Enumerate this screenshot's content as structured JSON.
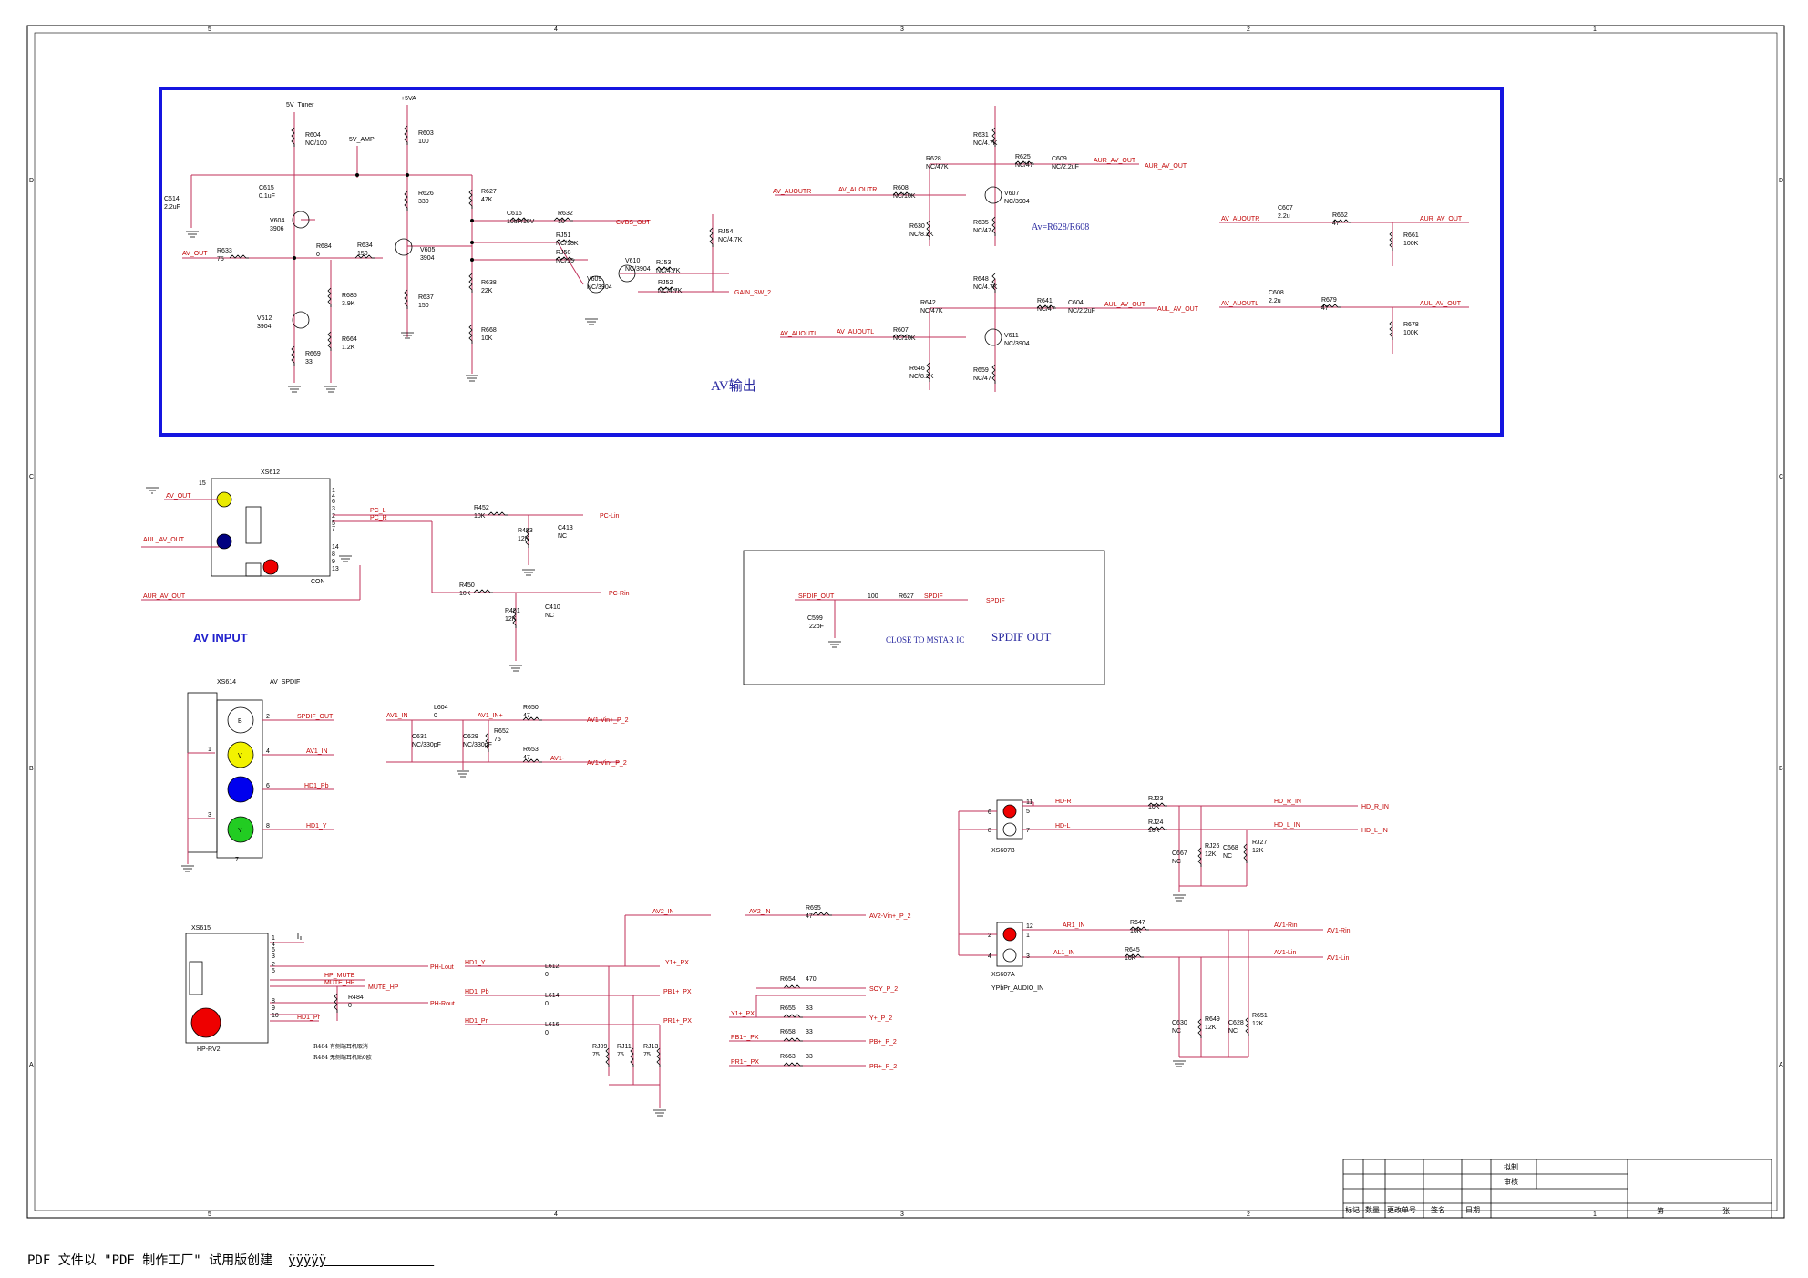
{
  "av_output": {
    "title": "AV输出",
    "gain_formula": "Av=R628/R608",
    "power": [
      "5V_Tuner",
      "+5VA",
      "5V_AMP"
    ],
    "parts": [
      {
        "ref": "R604",
        "value": "NC/100"
      },
      {
        "ref": "R603",
        "value": "100"
      },
      {
        "ref": "C615",
        "value": "0.1uF"
      },
      {
        "ref": "C614",
        "value": "2.2uF"
      },
      {
        "ref": "R626",
        "value": "330"
      },
      {
        "ref": "R627",
        "value": "47K"
      },
      {
        "ref": "V604",
        "value": "3906"
      },
      {
        "ref": "V605",
        "value": "3904"
      },
      {
        "ref": "C616",
        "value": "10uF/10V"
      },
      {
        "ref": "R632",
        "value": "10"
      },
      {
        "ref": "R633",
        "value": "75"
      },
      {
        "ref": "R684",
        "value": "0"
      },
      {
        "ref": "R634",
        "value": "150"
      },
      {
        "ref": "RJ51",
        "value": "NC/18K"
      },
      {
        "ref": "RJ50",
        "value": "NC/15"
      },
      {
        "ref": "R637",
        "value": "150"
      },
      {
        "ref": "R638",
        "value": "22K"
      },
      {
        "ref": "R668",
        "value": "10K"
      },
      {
        "ref": "R685",
        "value": "3.9K"
      },
      {
        "ref": "R664",
        "value": "1.2K"
      },
      {
        "ref": "V612",
        "value": "3904"
      },
      {
        "ref": "R669",
        "value": "33"
      },
      {
        "ref": "V609",
        "value": "NC/3904"
      },
      {
        "ref": "V610",
        "value": "NC/3904"
      },
      {
        "ref": "RJ53",
        "value": "NC/4.7K"
      },
      {
        "ref": "RJ52",
        "value": "NC/4.7K"
      },
      {
        "ref": "RJ54",
        "value": "NC/4.7K"
      }
    ],
    "nets": [
      "AV_OUT",
      "CVBS_OUT",
      "GAIN_SW_2"
    ],
    "right_parts": [
      {
        "ref": "R631",
        "value": "NC/4.7K"
      },
      {
        "ref": "R628",
        "value": "NC/47K"
      },
      {
        "ref": "R625",
        "value": "NC/47"
      },
      {
        "ref": "C609",
        "value": "NC/2.2uF"
      },
      {
        "ref": "R608",
        "value": "NC/10K"
      },
      {
        "ref": "V607",
        "value": "NC/3904"
      },
      {
        "ref": "R630",
        "value": "NC/8.2K"
      },
      {
        "ref": "R635",
        "value": "NC/47"
      },
      {
        "ref": "R648",
        "value": "NC/4.7K"
      },
      {
        "ref": "R642",
        "value": "NC/47K"
      },
      {
        "ref": "R641",
        "value": "NC/47"
      },
      {
        "ref": "C604",
        "value": "NC/2.2uF"
      },
      {
        "ref": "R607",
        "value": "NC/10K"
      },
      {
        "ref": "V611",
        "value": "NC/3904"
      },
      {
        "ref": "R646",
        "value": "NC/8.2K"
      },
      {
        "ref": "R659",
        "value": "NC/47"
      },
      {
        "ref": "C607",
        "value": "2.2u"
      },
      {
        "ref": "R662",
        "value": "47"
      },
      {
        "ref": "R661",
        "value": "100K"
      },
      {
        "ref": "C608",
        "value": "2.2u"
      },
      {
        "ref": "R679",
        "value": "47"
      },
      {
        "ref": "R678",
        "value": "100K"
      }
    ],
    "right_nets": [
      "AV_AUOUTR",
      "AV_AUOUTL",
      "AUR_AV_OUT",
      "AUL_AV_OUT"
    ]
  },
  "av_input": {
    "title": "AV INPUT",
    "connector": "XS612",
    "connector_type": "CON",
    "pins": [
      "15",
      "1",
      "4",
      "6",
      "3",
      "2",
      "5",
      "7",
      "14",
      "8",
      "9",
      "13"
    ],
    "nets_in": [
      "AV_OUT",
      "AUL_AV_OUT",
      "AUR_AV_OUT"
    ],
    "nets_mid": [
      "PC_L",
      "PC_R"
    ],
    "parts": [
      {
        "ref": "R452",
        "value": "10K"
      },
      {
        "ref": "R453",
        "value": "12K"
      },
      {
        "ref": "C413",
        "value": "NC"
      },
      {
        "ref": "R450",
        "value": "10K"
      },
      {
        "ref": "R451",
        "value": "12K"
      },
      {
        "ref": "C410",
        "value": "NC"
      }
    ],
    "outputs": [
      "PC-Lin",
      "PC-Rin"
    ]
  },
  "spdif": {
    "title": "SPDIF OUT",
    "note": "CLOSE TO MSTAR IC",
    "net_in": "SPDIF_OUT",
    "net_out": "SPDIF",
    "r_ref": "R627",
    "r_val": "100",
    "c_ref": "C599",
    "c_val": "22pF"
  },
  "xs614": {
    "ref": "XS614",
    "type": "AV_SPDIF",
    "jacks": [
      "B",
      "V",
      "",
      "Y"
    ],
    "jack_colors": [
      "#ffffff",
      "#f2f200",
      "#0000ee",
      "#22cc22"
    ],
    "pins": [
      "2",
      "4",
      "6",
      "8",
      "1",
      "3",
      "7"
    ],
    "nets": [
      "SPDIF_OUT",
      "AV1_IN",
      "HD1_Pb",
      "HD1_Y"
    ]
  },
  "av1": {
    "net_in": "AV1_IN",
    "parts": [
      {
        "ref": "L604",
        "value": "0"
      },
      {
        "ref": "R650",
        "value": "47"
      },
      {
        "ref": "C631",
        "value": "NC/330pF"
      },
      {
        "ref": "C629",
        "value": "NC/330pF"
      },
      {
        "ref": "R652",
        "value": "75"
      },
      {
        "ref": "R653",
        "value": "47"
      }
    ],
    "nets": [
      "AV1_IN+",
      "AV1-"
    ],
    "outputs": [
      "AV1-Vin+_P_2",
      "AV1-Vin-_P_2"
    ]
  },
  "ypbpr": {
    "xs607b": "XS607B",
    "xs607a": "XS607A",
    "caption": "YPbPr_AUDIO_IN",
    "pins_b": [
      "6",
      "8",
      "11",
      "5",
      "7"
    ],
    "pins_a": [
      "2",
      "4",
      "12",
      "1",
      "3"
    ],
    "nets": [
      "HD-R",
      "HD-L",
      "HD_R_IN",
      "HD_L_IN",
      "AR1_IN",
      "AL1_IN",
      "AV1-Rin",
      "AV1-Lin"
    ],
    "parts": [
      {
        "ref": "RJ23",
        "value": "10K"
      },
      {
        "ref": "RJ24",
        "value": "10K"
      },
      {
        "ref": "C667",
        "value": "NC"
      },
      {
        "ref": "RJ26",
        "value": "12K"
      },
      {
        "ref": "C668",
        "value": "NC"
      },
      {
        "ref": "RJ27",
        "value": "12K"
      },
      {
        "ref": "R647",
        "value": "10K"
      },
      {
        "ref": "R645",
        "value": "10K"
      },
      {
        "ref": "C630",
        "value": "NC"
      },
      {
        "ref": "R649",
        "value": "12K"
      },
      {
        "ref": "C628",
        "value": "NC"
      },
      {
        "ref": "R651",
        "value": "12K"
      }
    ],
    "out_labels": [
      "HD_R_IN",
      "HD_L_IN",
      "AV1-Rin",
      "AV1-Lin"
    ]
  },
  "hp": {
    "ref": "XS615",
    "type": "HP-RV2",
    "pins": [
      "1",
      "4",
      "6",
      "3",
      "2",
      "5",
      "8",
      "9",
      "10"
    ],
    "nets": [
      "HP_MUTE",
      "MUTE_HP",
      "HD1_Y",
      "HD1_Pb",
      "HD1_Pr",
      "AV2_IN"
    ],
    "outputs": [
      "PH-Lout",
      "PH-Rout",
      "MUTE_HP"
    ],
    "r484": {
      "ref": "R484",
      "value": "0"
    },
    "notes": [
      "R484 有侧端耳机取消",
      "R484 无侧端耳机贴0欧"
    ],
    "inductors": [
      {
        "ref": "L612",
        "value": "0"
      },
      {
        "ref": "L614",
        "value": "0"
      },
      {
        "ref": "L616",
        "value": "0"
      }
    ],
    "term": [
      {
        "ref": "RJ09",
        "value": "75"
      },
      {
        "ref": "RJ11",
        "value": "75"
      },
      {
        "ref": "RJ13",
        "value": "75"
      }
    ],
    "yppr_nets": [
      "Y1+_PX",
      "PB1+_PX",
      "PR1+_PX"
    ]
  },
  "ypbpr_out": {
    "av2": {
      "net": "AV2_IN",
      "ref": "R695",
      "value": "47",
      "out": "AV2-Vin+_P_2"
    },
    "rows": [
      {
        "net": "",
        "ref": "R654",
        "value": "470",
        "out": "SOY_P_2"
      },
      {
        "net": "Y1+_PX",
        "ref": "R655",
        "value": "33",
        "out": "Y+_P_2"
      },
      {
        "net": "PB1+_PX",
        "ref": "R658",
        "value": "33",
        "out": "PB+_P_2"
      },
      {
        "net": "PR1+_PX",
        "ref": "R663",
        "value": "33",
        "out": "PR+_P_2"
      }
    ]
  },
  "title_block": {
    "cells": [
      "标记",
      "数量",
      "更改单号",
      "签名",
      "日期"
    ],
    "labels": [
      "拟制",
      "审核"
    ],
    "page": [
      "第",
      "张"
    ]
  },
  "grid": {
    "cols": [
      "5",
      "4",
      "3",
      "2",
      "1"
    ],
    "rows": [
      "D",
      "C",
      "B",
      "A"
    ]
  },
  "footer": {
    "text": "PDF 文件以 \"PDF 制作工厂\" 试用版创建  ",
    "tail": "ÿÿÿÿÿ              "
  }
}
